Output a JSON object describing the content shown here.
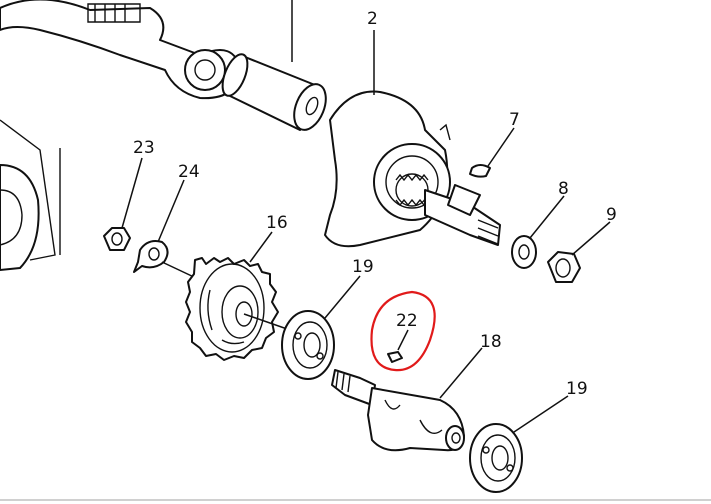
{
  "labels": {
    "p2": "2",
    "p7": "7",
    "p8": "8",
    "p9": "9",
    "p16": "16",
    "p18": "18",
    "p19a": "19",
    "p19b": "19",
    "p22": "22",
    "p23": "23",
    "p24": "24"
  },
  "colors": {
    "line": "#111111",
    "highlight": "#e11a1a",
    "background": "#ffffff"
  }
}
